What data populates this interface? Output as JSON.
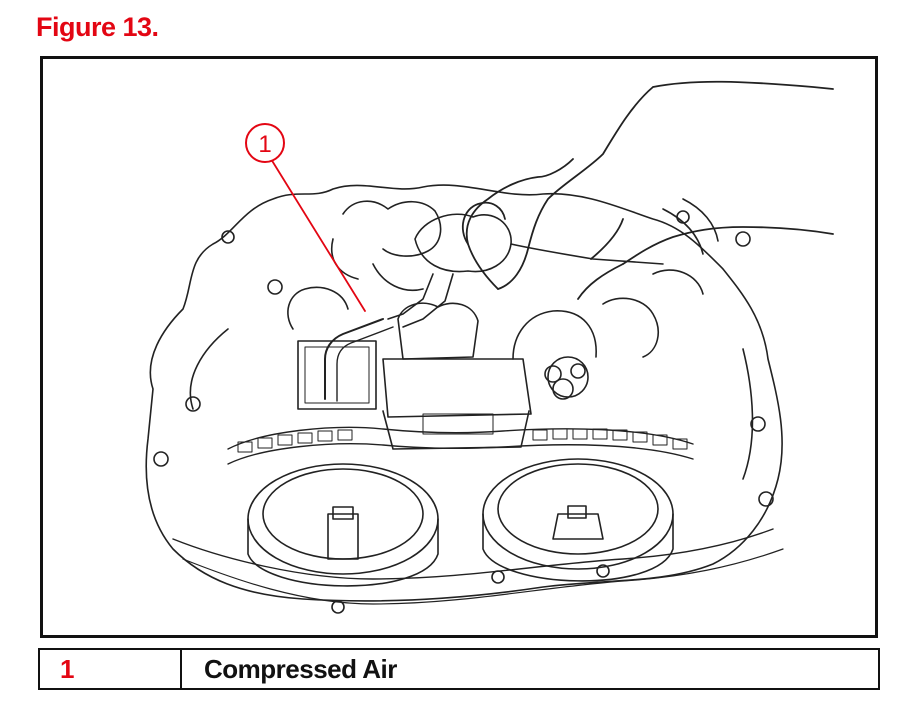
{
  "figure": {
    "title": "Figure 13."
  },
  "callout": {
    "label": "1"
  },
  "legend": {
    "items": [
      {
        "number": "1",
        "description": "Compressed Air"
      }
    ]
  },
  "colors": {
    "accent": "#e30613",
    "line": "#111111"
  }
}
